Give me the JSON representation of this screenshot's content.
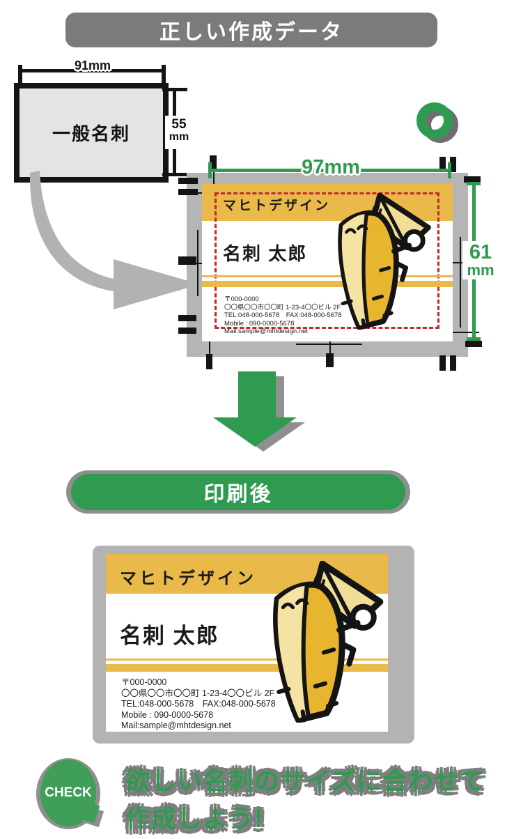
{
  "colors": {
    "green": "#2e9b51",
    "banner_gray": "#7b7b7b",
    "bleed_gray": "#b5b5b5",
    "card_yellow": "#e9b94a",
    "trim_red": "#c1272d",
    "mascot_cream": "#f4e3a2",
    "mascot_gold": "#e7b62e"
  },
  "top_banner": {
    "label": "正しい作成データ"
  },
  "standard_card": {
    "label": "一般名刺",
    "width_label": "91mm",
    "height_value": "55",
    "height_unit": "mm"
  },
  "design_spec": {
    "width_label": "97mm",
    "height_value": "61",
    "height_unit": "mm"
  },
  "card": {
    "company": "マヒトデザイン",
    "person": "名刺 太郎",
    "address_lines": [
      "〒000-0000",
      "〇〇県〇〇市〇〇町 1-23-4〇〇ビル 2F",
      "TEL:048-000-5678　FAX:048-000-5678",
      "Mobile : 090-0000-5678",
      "Mail:sample@mhtdesign.net"
    ]
  },
  "print_banner": {
    "label": "印刷後"
  },
  "check_note": {
    "badge": "CHECK",
    "line1": "欲しい名刺のサイズに合わせて",
    "line2": "作成しよう!"
  }
}
